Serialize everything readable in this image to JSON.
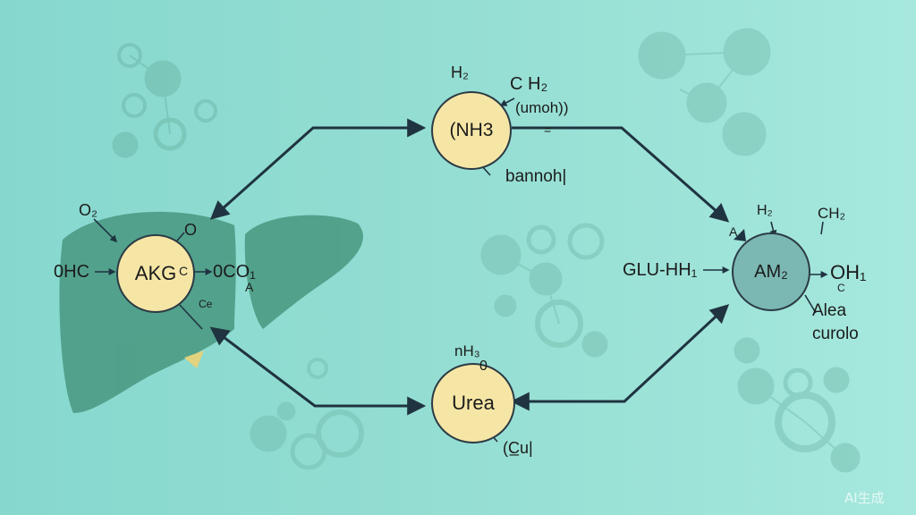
{
  "nodes": {
    "akg": "AKG",
    "nh3": "(NH3",
    "urea": "Urea",
    "am": "AM₂"
  },
  "labels": {
    "akg_o2": "O₂",
    "akg_o_top": "O",
    "akg_ohc": "0HC",
    "akg_c": "C",
    "akg_oco": "0CO₁",
    "akg_a": "A",
    "akg_ce": "Ce",
    "nh3_h2": "H₂",
    "nh3_ch2": "C H₂",
    "nh3_umoh": "(umoh))",
    "nh3_eq": "=",
    "nh3_bannoh": "bannoh|",
    "urea_nh3": "nH₃",
    "urea_o": "0",
    "urea_cu": "(C̲u|",
    "am_h2": "H₂",
    "am_ch2": "CH₂",
    "am_a": "A",
    "am_glu": "GLU-HH₁",
    "am_oh": "OH₁",
    "am_c": "C",
    "am_alea": "Alea",
    "am_curolo": "curolo"
  },
  "watermark": "AI生成",
  "colors": {
    "bg_left": "#86d8cf",
    "bg_right": "#a6e8dd",
    "node_yellow": "#f6e6a6",
    "node_teal": "#7bb8b3",
    "arrow": "#1f3340",
    "liver": "#4f9e88"
  }
}
